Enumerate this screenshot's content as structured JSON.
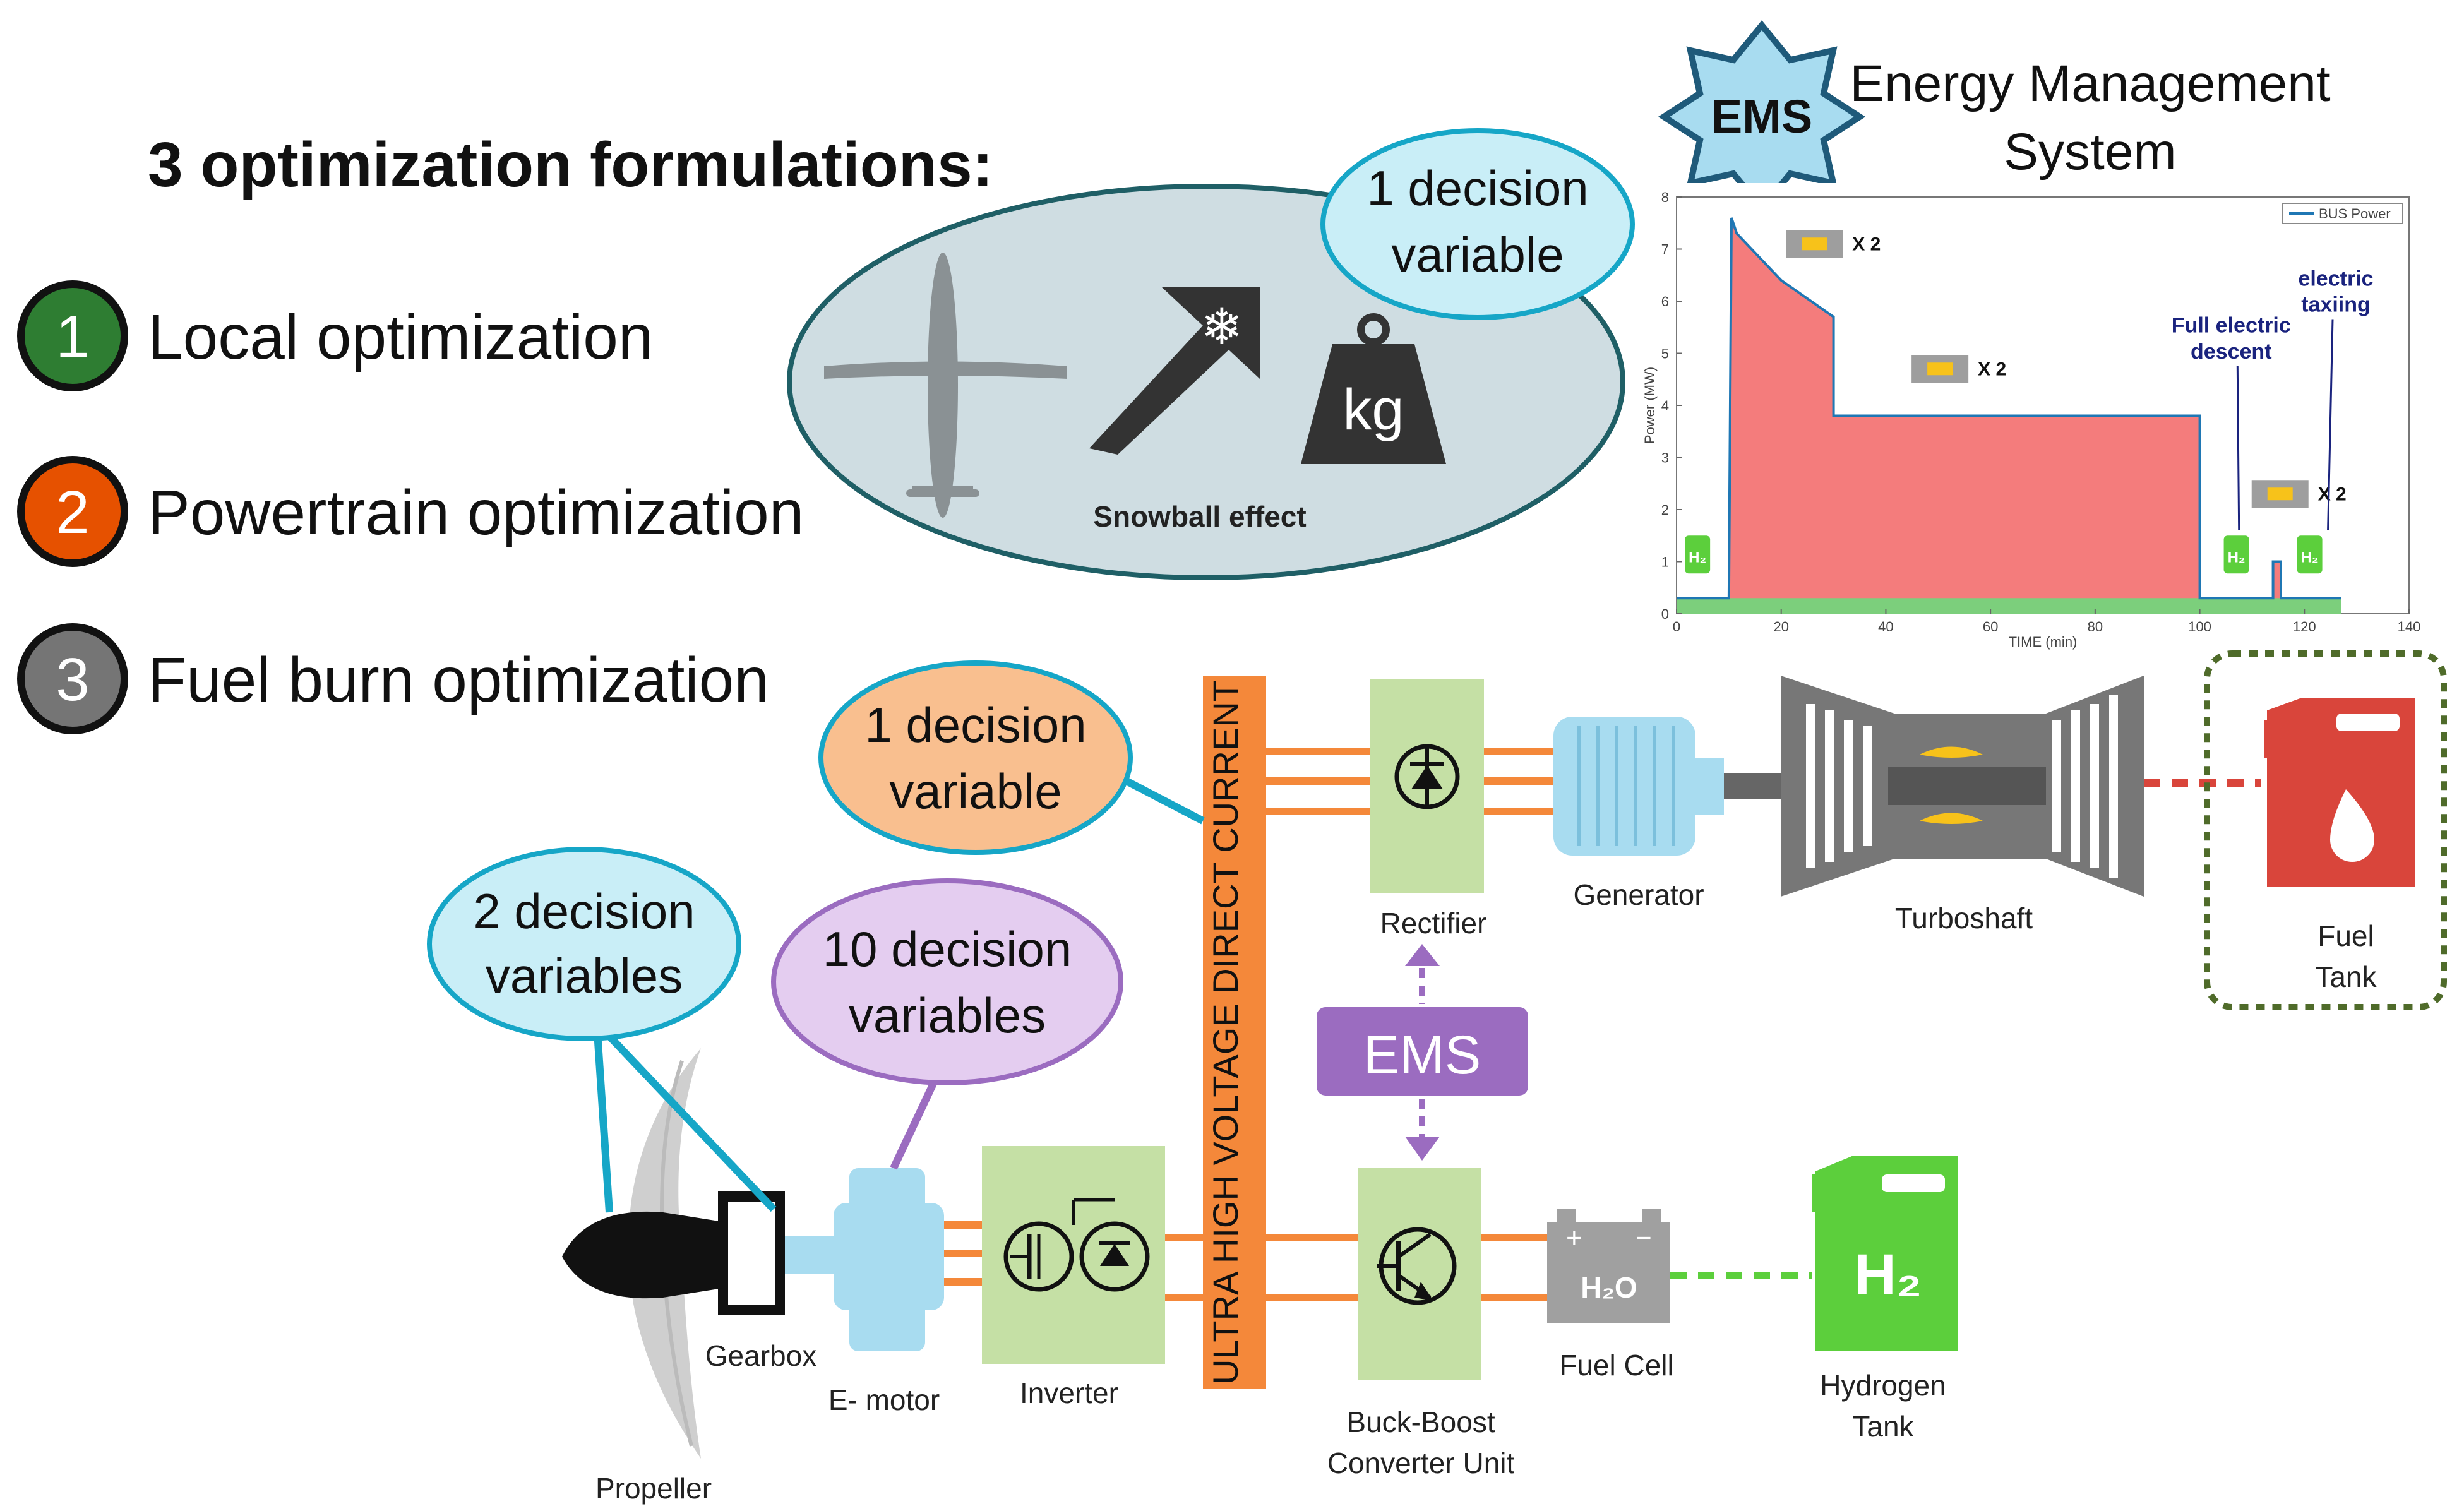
{
  "heading": "3 optimization formulations:",
  "formulations": [
    {
      "num": "1",
      "label": "Local optimization",
      "color": "#2e7d32"
    },
    {
      "num": "2",
      "label": "Powertrain optimization",
      "color": "#e65100"
    },
    {
      "num": "3",
      "label": "Fuel burn optimization",
      "color": "#757575"
    }
  ],
  "ems_header": {
    "badge": "EMS",
    "title_line1": "Energy Management",
    "title_line2": "System"
  },
  "snowball": {
    "caption": "Snowball effect",
    "weight_label": "kg"
  },
  "bubbles": {
    "top": {
      "line1": "1 decision",
      "line2": "variable"
    },
    "hvdc": {
      "line1": "1 decision",
      "line2": "variable"
    },
    "propeller": {
      "line1": "2 decision",
      "line2": "variables"
    },
    "motor": {
      "line1": "10 decision",
      "line2": "variables"
    }
  },
  "hvdc_bar": "ULTRA HIGH VOLTAGE DIRECT CURRENT",
  "ems_box": "EMS",
  "components": {
    "rectifier": "Rectifier",
    "generator": "Generator",
    "turboshaft": "Turboshaft",
    "fuel_tank_1": "Fuel",
    "fuel_tank_2": "Tank",
    "gearbox": "Gearbox",
    "emotor": "E- motor",
    "inverter": "Inverter",
    "uhvdc": "uHVDC",
    "buckboost_1": "Buck-Boost",
    "buckboost_2": "Converter Unit",
    "fuelcell": "Fuel Cell",
    "h2tank_1": "Hydrogen",
    "h2tank_2": "Tank",
    "propeller": "Propeller",
    "h2o": "H₂O",
    "h2": "H₂"
  },
  "chart_data": {
    "type": "area",
    "title": "",
    "xlabel": "TIME (min)",
    "ylabel": "Power (MW)",
    "xlim": [
      0,
      140
    ],
    "ylim": [
      0,
      8
    ],
    "x_ticks": [
      "0",
      "20",
      "40",
      "60",
      "80",
      "100",
      "120",
      "140"
    ],
    "y_ticks": [
      "0",
      "1",
      "2",
      "3",
      "4",
      "5",
      "6",
      "7",
      "8"
    ],
    "legend": "BUS Power",
    "legend_position": "top-right",
    "grid": false,
    "series": [
      {
        "name": "BUS Power",
        "x": [
          0,
          10,
          10.5,
          11.5,
          20,
          30,
          30,
          100,
          100,
          114,
          114,
          115.5,
          115.5,
          127
        ],
        "y": [
          0.3,
          0.3,
          7.6,
          7.3,
          6.4,
          5.7,
          3.8,
          3.8,
          0.3,
          0.3,
          1.0,
          1.0,
          0.3,
          0.3
        ]
      }
    ],
    "annotations": [
      {
        "text": "X 2",
        "x": 36
      },
      {
        "text": "X 2",
        "x": 60
      },
      {
        "text": "X 2",
        "x": 125
      },
      {
        "text": "Full electric",
        "text2": "descent",
        "x": 106
      },
      {
        "text": "electric",
        "text2": "taxiing",
        "x": 126
      }
    ]
  }
}
